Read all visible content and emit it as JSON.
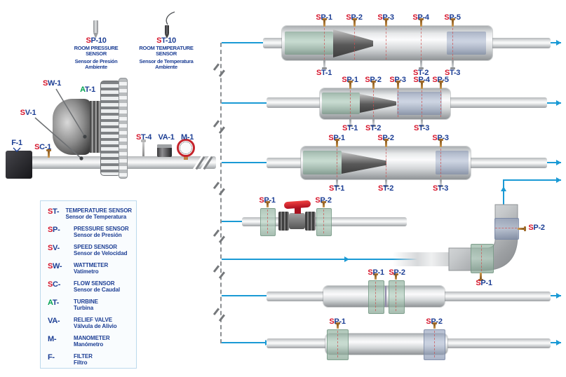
{
  "colors": {
    "red": "#d6152b",
    "navy": "#1c3e94",
    "green": "#00a14e",
    "flow_blue": "#1a9ad5"
  },
  "room_sensors": {
    "sp10": {
      "pre": "S",
      "rest": "P-10",
      "l1": "ROOM PRESSURE",
      "l2": "SENSOR",
      "l3": "Sensor de Presión",
      "l4": "Ambiente"
    },
    "st10": {
      "pre": "S",
      "rest": "T-10",
      "l1": "ROOM TEMPERATURE",
      "l2": "SENSOR",
      "l3": "Sensor de Temperatura",
      "l4": "Ambiente"
    }
  },
  "unit_labels": {
    "sw1": {
      "pre": "S",
      "rest": "W-1"
    },
    "at1": {
      "pre": "A",
      "rest": "T-1"
    },
    "sv1": {
      "pre": "S",
      "rest": "V-1"
    },
    "f1": {
      "pre": "",
      "rest": "F-1"
    },
    "sc1": {
      "pre": "S",
      "rest": "C-1"
    },
    "st4": {
      "pre": "S",
      "rest": "T-4"
    },
    "va1": {
      "pre": "",
      "rest": "VA-1"
    },
    "m1": {
      "pre": "",
      "rest": "M-1"
    }
  },
  "legend": {
    "items": [
      {
        "pre": "S",
        "rest": "T-",
        "en": "TEMPERATURE SENSOR",
        "es": "Sensor de Temperatura"
      },
      {
        "pre": "S",
        "rest": "P-",
        "en": "PRESSURE SENSOR",
        "es": "Sensor de Presión"
      },
      {
        "pre": "S",
        "rest": "V-",
        "en": "SPEED SENSOR",
        "es": "Sensor de Velocidad"
      },
      {
        "pre": "S",
        "rest": "W-",
        "en": "WATTMETER",
        "es": "Vatimetro"
      },
      {
        "pre": "S",
        "rest": "C-",
        "en": "FLOW SENSOR",
        "es": "Sensor de Caudal"
      },
      {
        "pre": "A",
        "rest": "T-",
        "en": "TURBINE",
        "es": "Turbina"
      },
      {
        "pre": "",
        "rest": "VA-",
        "en": "RELIEF VALVE",
        "es": "Válvula de Alivio"
      },
      {
        "pre": "",
        "rest": "M-",
        "en": "MANOMETER",
        "es": "Manómetro"
      },
      {
        "pre": "",
        "rest": "F-",
        "en": "FILTER",
        "es": "Filtro"
      }
    ]
  },
  "rows": [
    {
      "name": "venturi-long",
      "taps_top": [
        {
          "pre": "S",
          "rest": "P-1"
        },
        {
          "pre": "S",
          "rest": "P-2"
        },
        {
          "pre": "S",
          "rest": "P-3"
        },
        {
          "pre": "S",
          "rest": "P-4"
        },
        {
          "pre": "S",
          "rest": "P-5"
        }
      ],
      "taps_bottom": [
        {
          "pre": "S",
          "rest": "T-1"
        },
        {
          "pre": "S",
          "rest": "T-2"
        },
        {
          "pre": "S",
          "rest": "T-3"
        }
      ]
    },
    {
      "name": "venturi-medium",
      "taps_top": [
        {
          "pre": "S",
          "rest": "P-1"
        },
        {
          "pre": "S",
          "rest": "P-2"
        },
        {
          "pre": "S",
          "rest": "P-3"
        },
        {
          "pre": "S",
          "rest": "P-4"
        },
        {
          "pre": "S",
          "rest": "P-5"
        }
      ],
      "taps_bottom": [
        {
          "pre": "S",
          "rest": "T-1"
        },
        {
          "pre": "S",
          "rest": "T-2"
        },
        {
          "pre": "S",
          "rest": "T-3"
        }
      ]
    },
    {
      "name": "venturi-wide",
      "taps_top": [
        {
          "pre": "S",
          "rest": "P-1"
        },
        {
          "pre": "S",
          "rest": "P-2"
        },
        {
          "pre": "S",
          "rest": "P-3"
        }
      ],
      "taps_bottom": [
        {
          "pre": "S",
          "rest": "T-1"
        },
        {
          "pre": "S",
          "rest": "T-2"
        },
        {
          "pre": "S",
          "rest": "T-3"
        }
      ]
    },
    {
      "name": "ball-valve",
      "taps_top": [
        {
          "pre": "S",
          "rest": "P-1"
        },
        {
          "pre": "S",
          "rest": "P-2"
        }
      ]
    },
    {
      "name": "elbow",
      "taps": [
        {
          "pre": "S",
          "rest": "P-1"
        },
        {
          "pre": "S",
          "rest": "P-2"
        }
      ]
    },
    {
      "name": "orifice-plate",
      "taps_top": [
        {
          "pre": "S",
          "rest": "P-1"
        },
        {
          "pre": "S",
          "rest": "P-2"
        }
      ]
    },
    {
      "name": "straight-pipe",
      "taps_top": [
        {
          "pre": "S",
          "rest": "P-1"
        },
        {
          "pre": "S",
          "rest": "P-2"
        }
      ]
    }
  ]
}
